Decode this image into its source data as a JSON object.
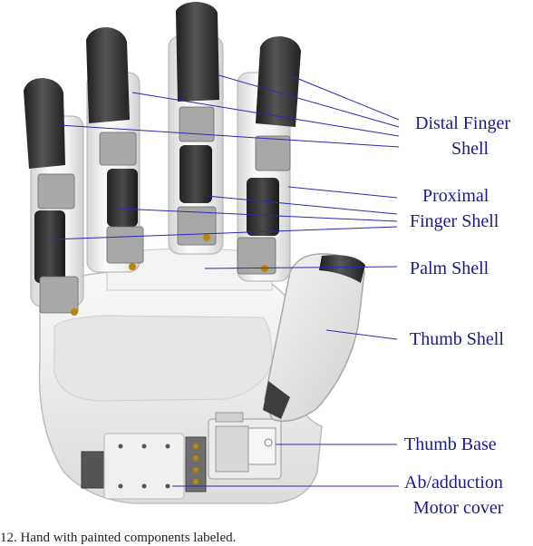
{
  "labels": {
    "distal_1": "Distal Finger",
    "distal_2": "Shell",
    "proximal_1": "Proximal",
    "proximal_2": "Finger Shell",
    "palm": "Palm Shell",
    "thumb": "Thumb Shell",
    "thumb_base": "Thumb Base",
    "ab_1": "Ab/adduction",
    "ab_2": "Motor cover"
  },
  "caption": "12.  Hand with painted components labeled.",
  "colors": {
    "label_text": "#1a1a8c",
    "leader_line": "#2a2ab0",
    "shell": "#eeeeee",
    "finger_tip": "#3a3a3a",
    "joint_metal": "#b0b0b0",
    "brass": "#b8860b"
  },
  "icons": [
    "robotic-hand-illustration"
  ]
}
